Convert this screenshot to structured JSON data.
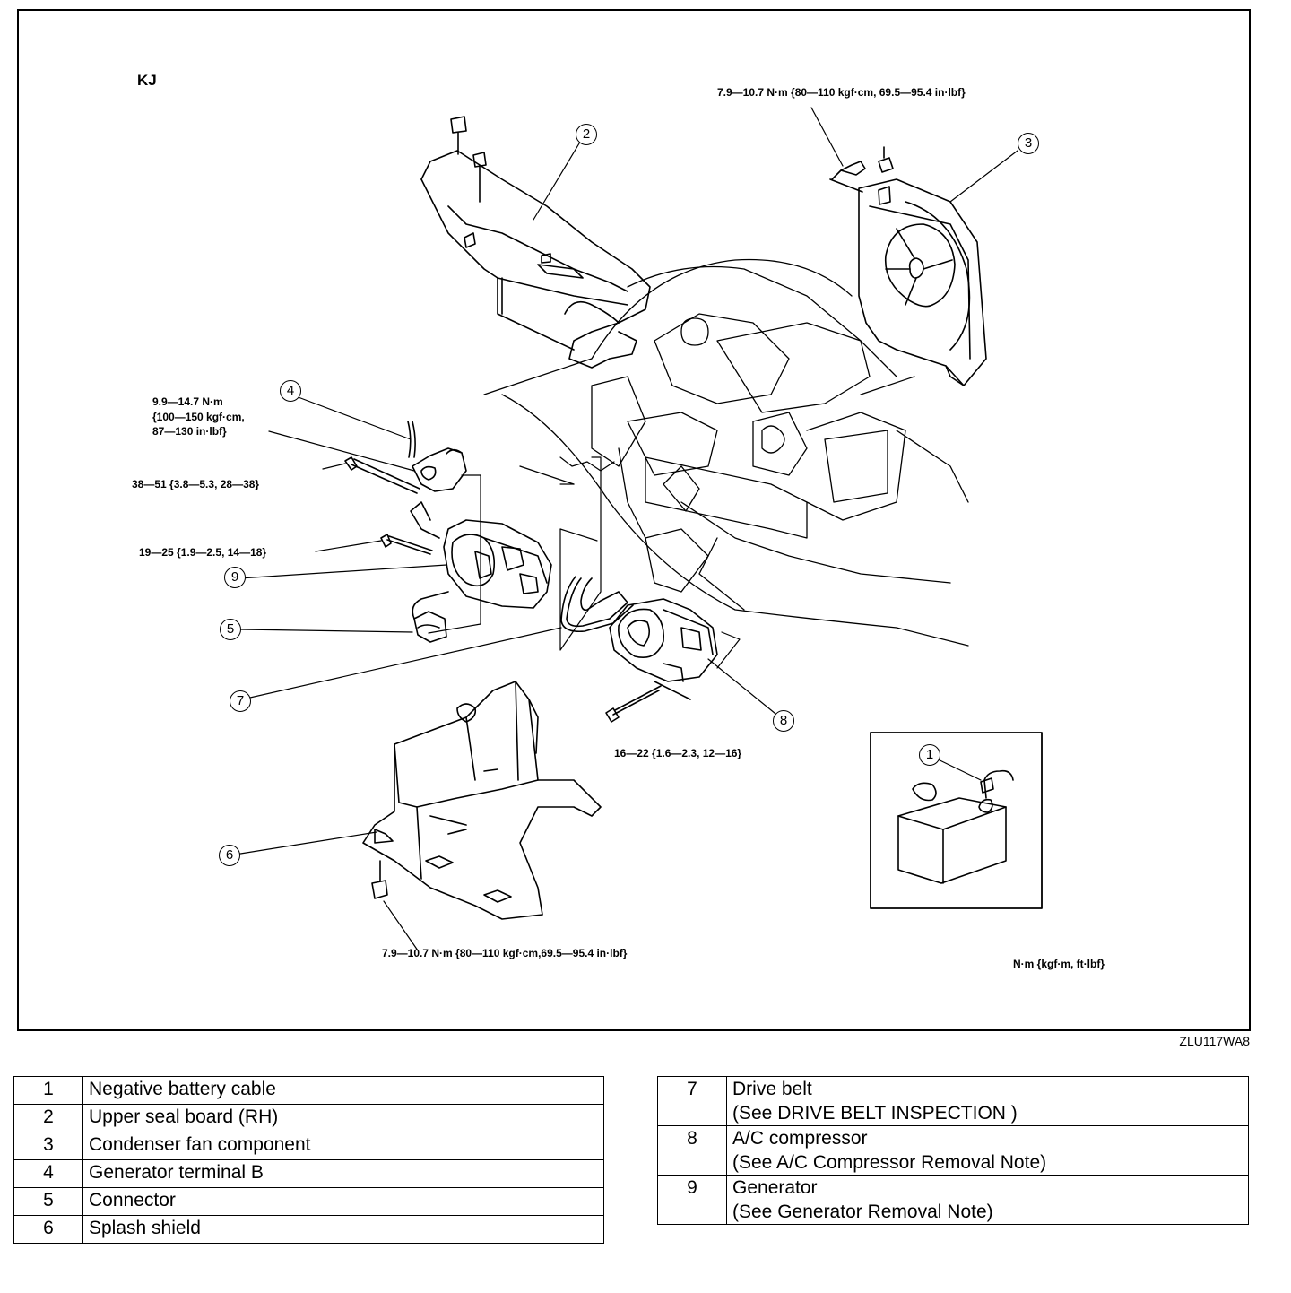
{
  "figure": {
    "model_code": "KJ",
    "figure_id": "ZLU117WA8",
    "unit_note": "N·m {kgf·m, ft·lbf}",
    "torque_labels": {
      "fan_bolt": "7.9—10.7 N·m {80—110 kgf·cm, 69.5—95.4 in·lbf}",
      "terminal_nut": [
        "9.9—14.7 N·m",
        "{100—150 kgf·cm,",
        "87—130 in·lbf}"
      ],
      "upper_bolt": "38—51 {3.8—5.3, 28—38}",
      "lower_bolt": "19—25 {1.9—2.5, 14—18}",
      "compressor_bolt": "16—22 {1.6—2.3, 12—16}",
      "shield_bolt": "7.9—10.7 N·m {80—110 kgf·cm,69.5—95.4 in·lbf}"
    },
    "callouts": [
      "1",
      "2",
      "3",
      "4",
      "5",
      "6",
      "7",
      "8",
      "9"
    ]
  },
  "legend_left": [
    {
      "num": "1",
      "name": "Negative battery cable"
    },
    {
      "num": "2",
      "name": "Upper seal board (RH)"
    },
    {
      "num": "3",
      "name": "Condenser fan component"
    },
    {
      "num": "4",
      "name": "Generator terminal B"
    },
    {
      "num": "5",
      "name": "Connector"
    },
    {
      "num": "6",
      "name": "Splash shield"
    }
  ],
  "legend_right": [
    {
      "num": "7",
      "name": "Drive belt",
      "note": "(See DRIVE BELT INSPECTION )"
    },
    {
      "num": "8",
      "name": "A/C compressor",
      "note": "(See  A/C Compressor Removal Note)"
    },
    {
      "num": "9",
      "name": "Generator",
      "note": "(See Generator Removal Note)"
    }
  ]
}
